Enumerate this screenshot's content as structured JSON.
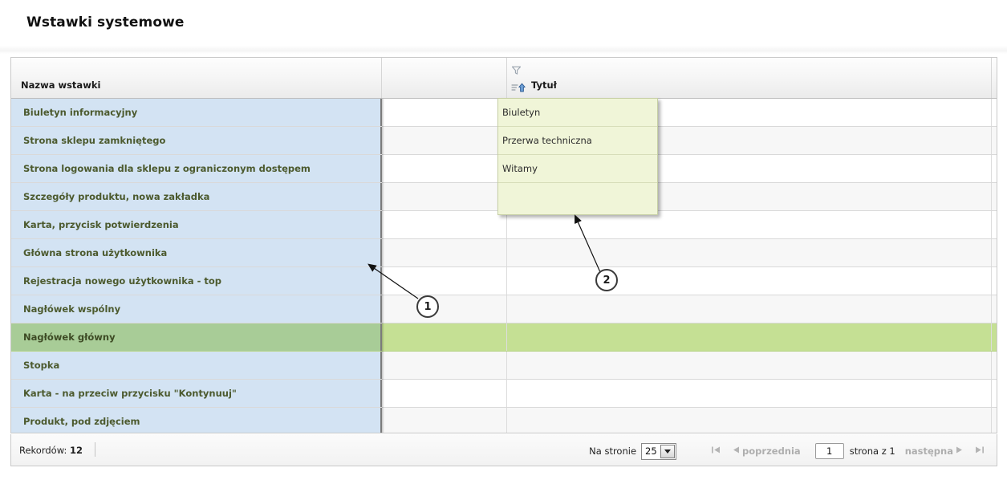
{
  "page": {
    "title": "Wstawki systemowe"
  },
  "grid": {
    "columns": [
      {
        "key": "name",
        "label": "Nazwa wstawki",
        "filter_icon": "filter-icon",
        "sort_icon": null
      },
      {
        "key": "blank",
        "label": "",
        "filter_icon": null,
        "sort_icon": null
      },
      {
        "key": "title",
        "label": "Tytuł",
        "filter_icon": "filter-icon",
        "sort_icon": "sort-asc-icon"
      },
      {
        "key": "pad",
        "label": "",
        "filter_icon": null,
        "sort_icon": null
      }
    ],
    "rows": [
      {
        "name": "Biuletyn informacyjny",
        "title": "Biuletyn",
        "selected": false
      },
      {
        "name": "Strona sklepu zamkniętego",
        "title": "Przerwa techniczna",
        "selected": false
      },
      {
        "name": "Strona logowania dla sklepu z ograniczonym dostępem",
        "title": "Witamy",
        "selected": false
      },
      {
        "name": "Szczegóły produktu, nowa zakładka",
        "title": "",
        "selected": false
      },
      {
        "name": "Karta, przycisk potwierdzenia",
        "title": "",
        "selected": false
      },
      {
        "name": "Główna strona użytkownika",
        "title": "",
        "selected": false
      },
      {
        "name": "Rejestracja nowego użytkownika - top",
        "title": "",
        "selected": false
      },
      {
        "name": "Nagłówek wspólny",
        "title": "",
        "selected": false
      },
      {
        "name": "Nagłówek główny",
        "title": "",
        "selected": true
      },
      {
        "name": "Stopka",
        "title": "",
        "selected": false
      },
      {
        "name": "Karta - na przeciw przycisku \"Kontynuuj\"",
        "title": "",
        "selected": false
      },
      {
        "name": "Produkt, pod zdjęciem",
        "title": "",
        "selected": false
      }
    ],
    "title_overlay": {
      "values": [
        "Biuletyn",
        "Przerwa techniczna",
        "Witamy",
        ""
      ]
    }
  },
  "footer": {
    "records_label": "Rekordów:",
    "records_count": "12",
    "page_size_label": "Na stronie",
    "page_size_value": "25",
    "page_size_options": [
      "25"
    ],
    "first_page_icon": "first-page-icon",
    "prev_label": "poprzednia",
    "prev_icon": "prev-page-icon",
    "page_input_value": "1",
    "page_of_label": "strona z 1",
    "next_label": "następna",
    "next_icon": "next-page-icon",
    "last_page_icon": "last-page-icon"
  },
  "annotations": [
    {
      "id": "1",
      "label": "1"
    },
    {
      "id": "2",
      "label": "2"
    }
  ],
  "colors": {
    "frozen_column": "#d3e3f3",
    "selected_row": "#c5e094",
    "selected_frozen": "#a8cc97",
    "overlay_bg": "#f0f5d8",
    "name_text": "#4c5a2e"
  }
}
